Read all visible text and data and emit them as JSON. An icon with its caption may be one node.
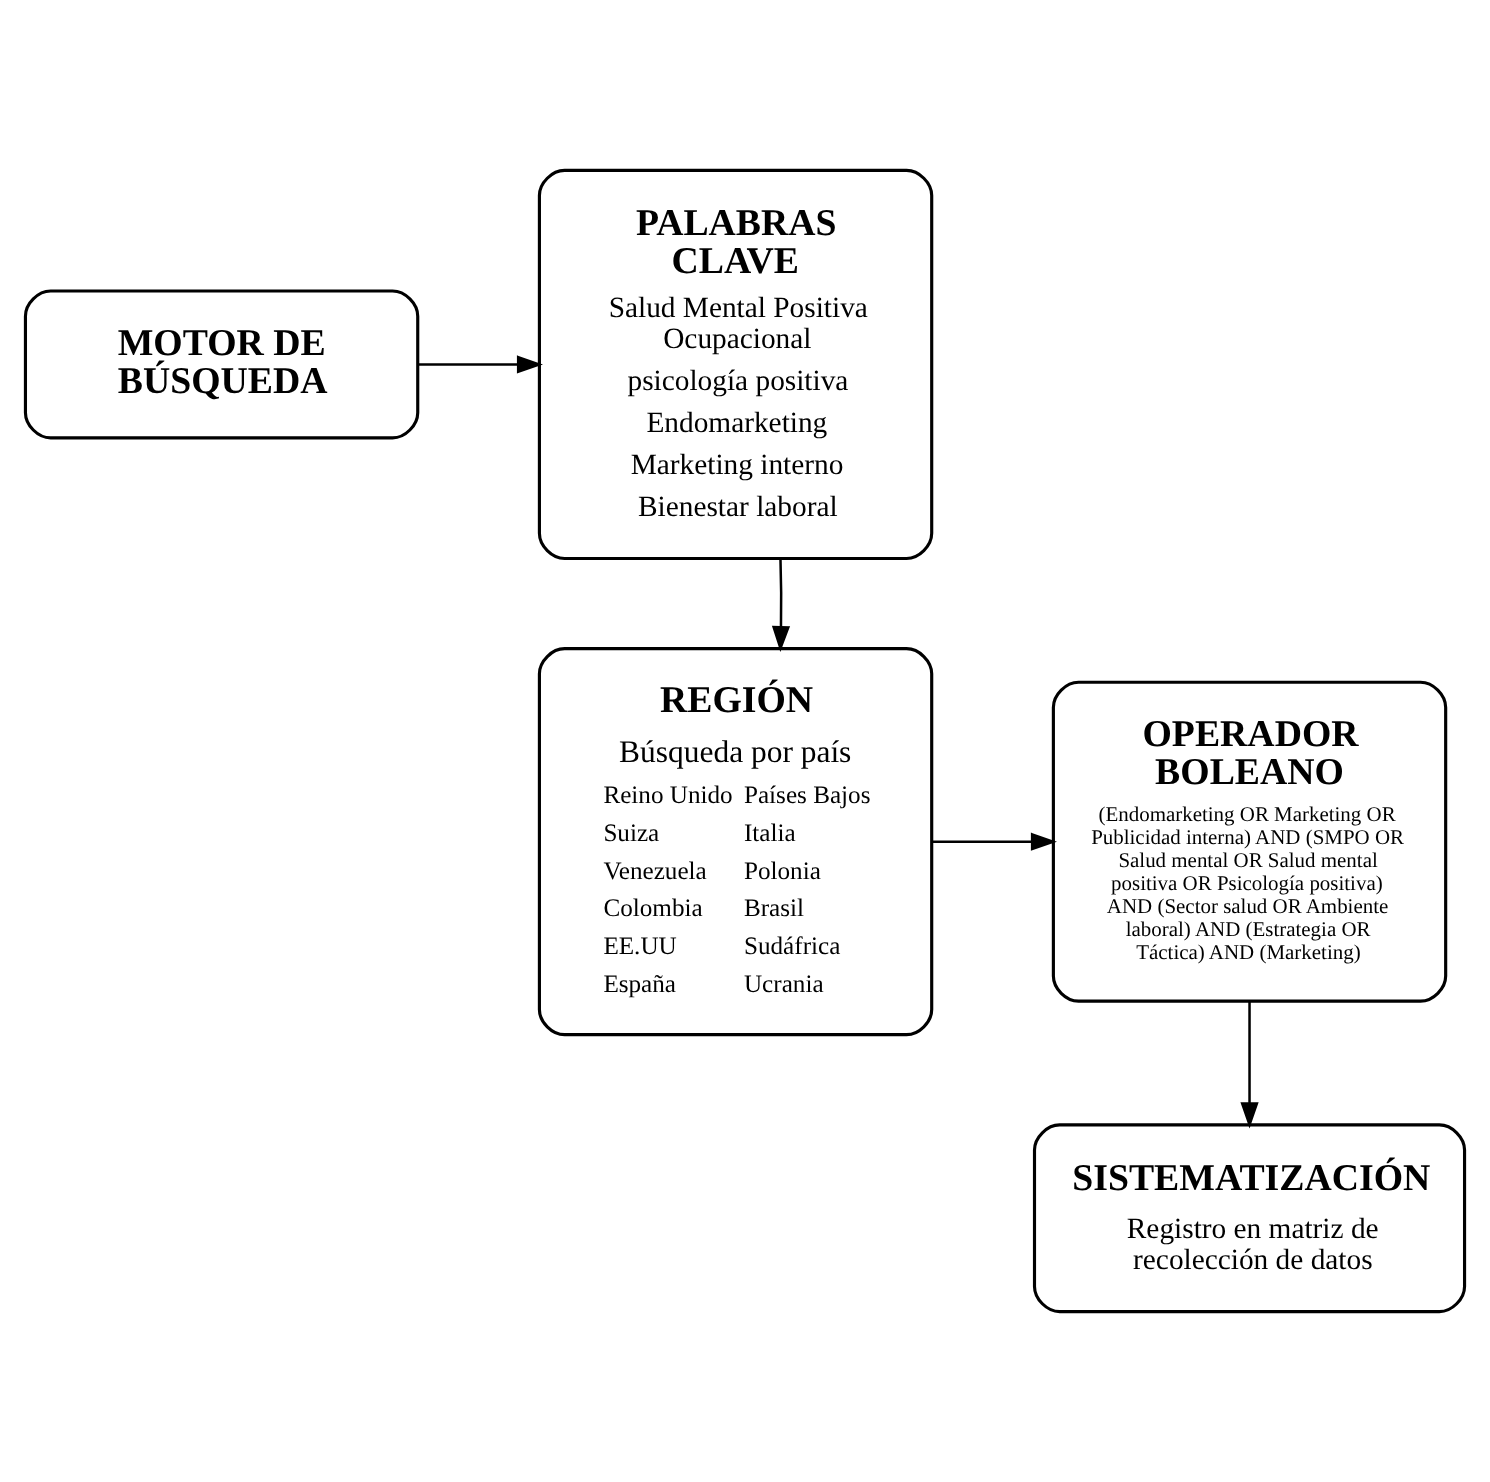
{
  "diagram": {
    "nodes": [
      {
        "text": [
          "MOTOR DE BÚSQUEDA"
        ]
      },
      {
        "text": [
          "PALABRAS CLAVE",
          "Salud Mental Positiva Ocupacional",
          "psicología positiva",
          "Endomarketing",
          "Marketing interno",
          "Bienestar laboral"
        ]
      },
      {
        "text": [
          "OPERADOR BOLEANO",
          "(Endomarketing OR Marketing OR Publicidad interna) AND (SMPO OR Salud mental OR Salud mental positiva OR Psicología positiva) AND (Sector salud OR Ambiente laboral) AND (Estrategia OR Táctica) AND (Marketing)"
        ]
      },
      {
        "text": [
          "REGIÓN",
          "Búsqueda por país",
          "Reino Unido",
          "Países Bajos",
          "Suiza",
          "Italia",
          "Venezuela",
          "Polonia",
          "Colombia",
          "Brasil",
          "EE.UU",
          "Sudáfrica",
          "España",
          "Ucrania"
        ]
      },
      {
        "text": [
          "SISTEMATIZACIÓN",
          "Registro en matriz de recolección de datos"
        ]
      }
    ],
    "edges": [
      {
        "from": 0,
        "to": 1,
        "arrow": "to"
      },
      {
        "from": 1,
        "to": 3,
        "arrow": "to"
      },
      {
        "from": 3,
        "to": 2,
        "arrow": "to"
      },
      {
        "from": 2,
        "to": 4,
        "arrow": "to"
      }
    ]
  }
}
